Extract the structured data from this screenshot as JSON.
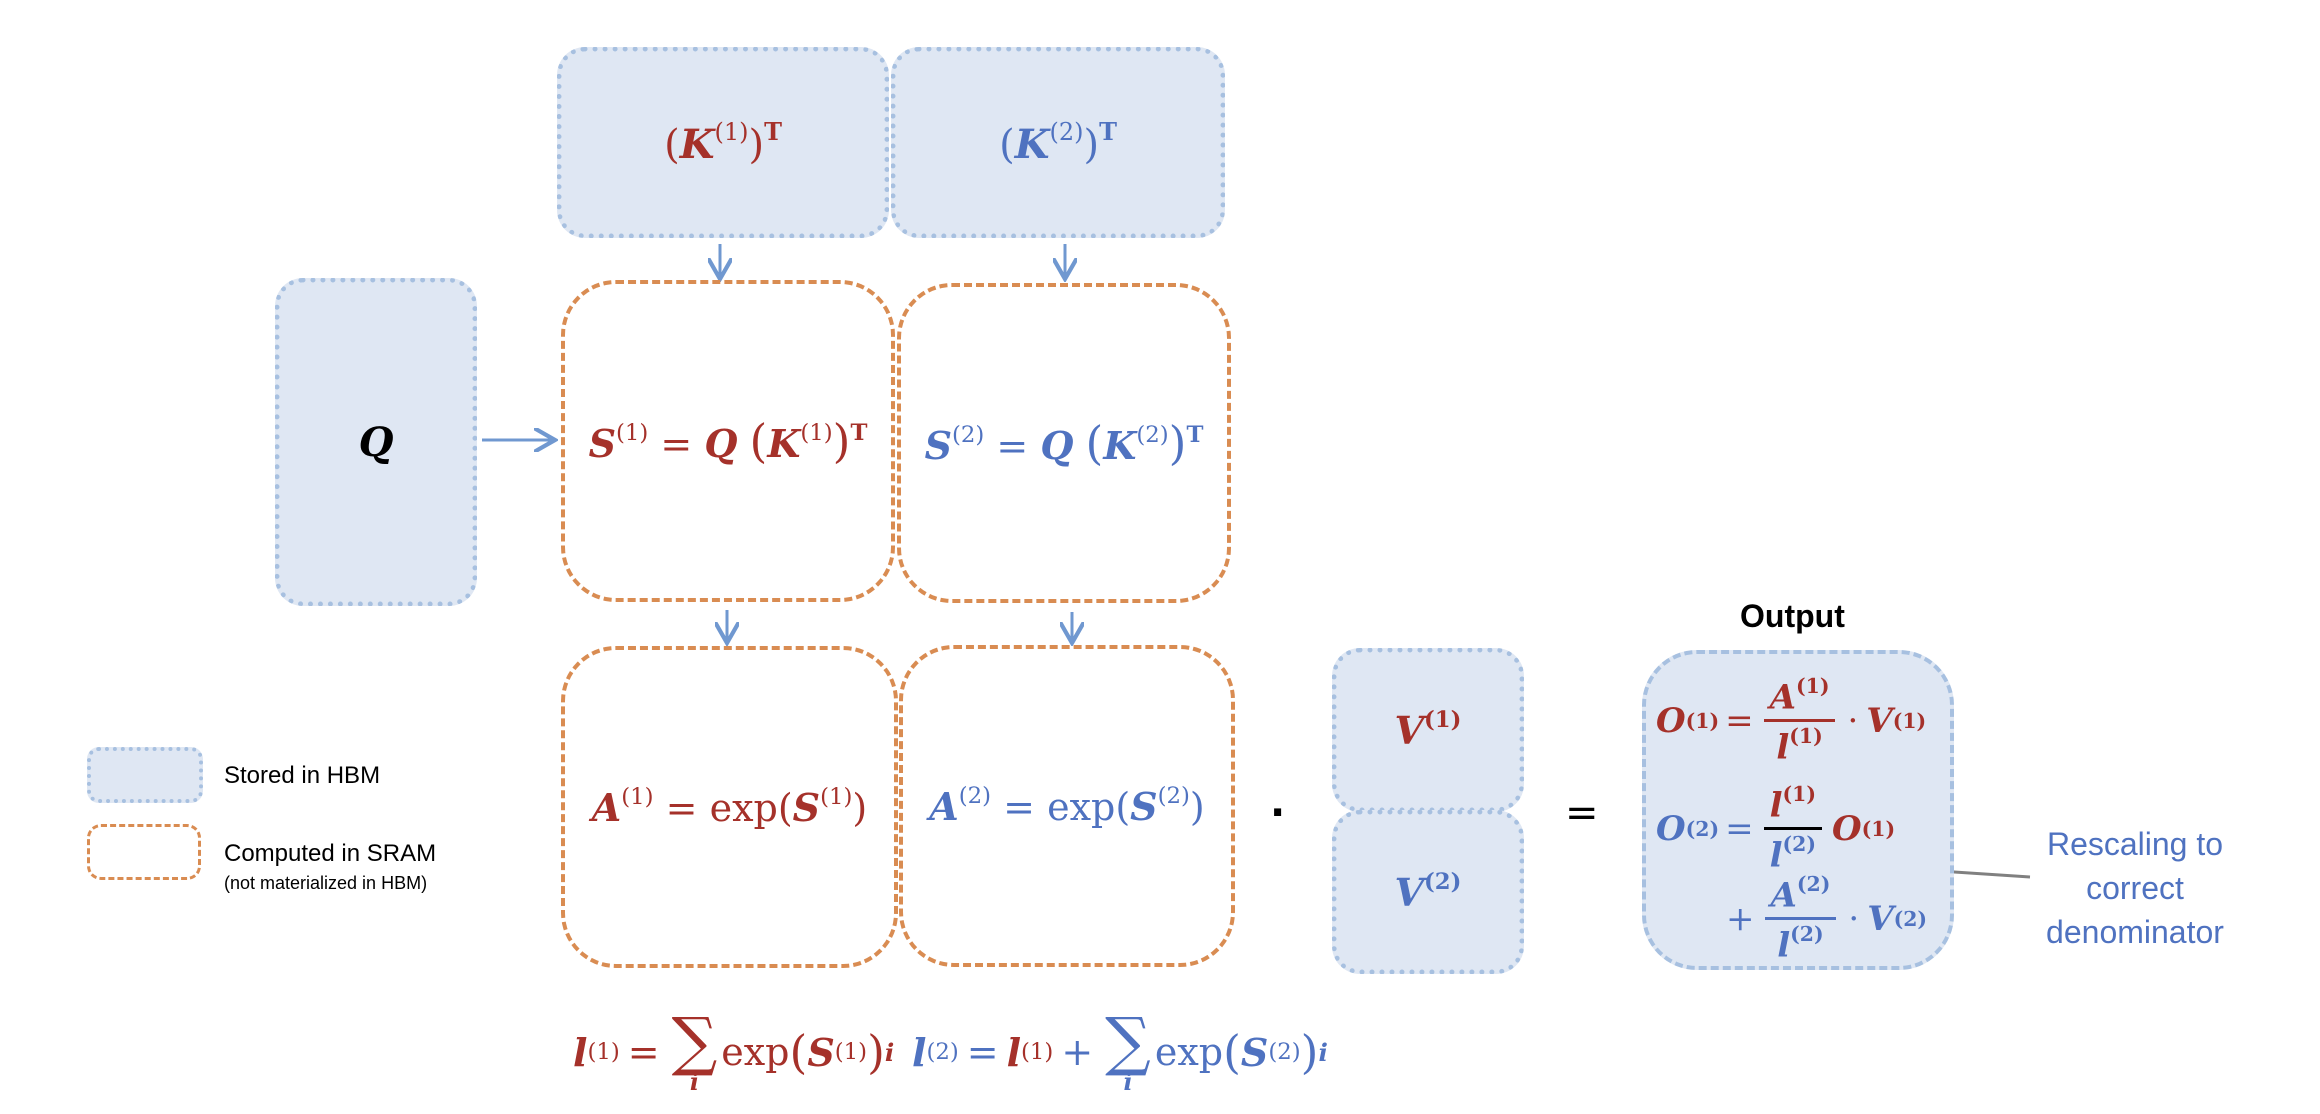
{
  "legend": {
    "hbm_label": "Stored in HBM",
    "sram_label": "Computed in SRAM",
    "sram_sublabel": "(not materialized in HBM)"
  },
  "blocks": {
    "q": {
      "sym": "Q"
    },
    "k1": {
      "sym": "K",
      "sup": "(1)",
      "t": "T",
      "open": "(",
      "close": ")"
    },
    "k2": {
      "sym": "K",
      "sup": "(2)",
      "t": "T",
      "open": "(",
      "close": ")"
    },
    "s1": {
      "lhs": "S",
      "lhs_sup": "(1)",
      "eq": "=",
      "q": "Q",
      "k": "K",
      "k_sup": "(1)",
      "t": "T",
      "open": "(",
      "close": ")"
    },
    "s2": {
      "lhs": "S",
      "lhs_sup": "(2)",
      "eq": "=",
      "q": "Q",
      "k": "K",
      "k_sup": "(2)",
      "t": "T",
      "open": "(",
      "close": ")"
    },
    "a1": {
      "lhs": "A",
      "lhs_sup": "(1)",
      "eq": "=",
      "fn": "exp(",
      "arg": "S",
      "arg_sup": "(1)",
      "close": ")"
    },
    "a2": {
      "lhs": "A",
      "lhs_sup": "(2)",
      "eq": "=",
      "fn": "exp(",
      "arg": "S",
      "arg_sup": "(2)",
      "close": ")"
    },
    "v1": {
      "sym": "V",
      "sup": "(1)"
    },
    "v2": {
      "sym": "V",
      "sup": "(2)"
    }
  },
  "operators": {
    "dot": "·",
    "equals": "="
  },
  "output": {
    "title": "Output",
    "o1": {
      "lhs": "O",
      "lhs_sup": "(1)",
      "eq": "=",
      "num": "A",
      "num_sup": "(1)",
      "den": "l",
      "den_sup": "(1)",
      "dot": "·",
      "v": "V",
      "v_sup": "(1)"
    },
    "o2": {
      "lhs": "O",
      "lhs_sup": "(2)",
      "eq": "=",
      "num": "l",
      "num_sup": "(1)",
      "den": "l",
      "den_sup": "(2)",
      "o": "O",
      "o_sup": "(1)",
      "plus": "+",
      "num2": "A",
      "num2_sup": "(2)",
      "den2": "l",
      "den2_sup": "(2)",
      "dot": "·",
      "v": "V",
      "v_sup": "(2)"
    }
  },
  "annotation": {
    "lines": [
      "Rescaling to",
      "correct",
      "denominator"
    ]
  },
  "bottom": {
    "l1": {
      "lhs": "l",
      "lhs_sup": "(1)",
      "eq": "=",
      "sigma": "∑",
      "idx": "i",
      "fn": "exp",
      "open": "(",
      "arg": "S",
      "arg_sup": "(1)",
      "close": ")",
      "sub": "i"
    },
    "l2": {
      "lhs": "l",
      "lhs_sup": "(2)",
      "eq": "=",
      "prev": "l",
      "prev_sup": "(1)",
      "plus": "+",
      "sigma": "∑",
      "idx": "i",
      "fn": "exp",
      "open": "(",
      "arg": "S",
      "arg_sup": "(2)",
      "close": ")",
      "sub": "i"
    }
  },
  "colors": {
    "block1_red": "#a5312a",
    "block2_blue": "#4f72c0",
    "hbm_fill": "#dfe7f3",
    "hbm_border": "#a7c0e0",
    "sram_border": "#d98c52",
    "arrow_blue": "#7098d0",
    "annotation_arrow": "#808080"
  }
}
